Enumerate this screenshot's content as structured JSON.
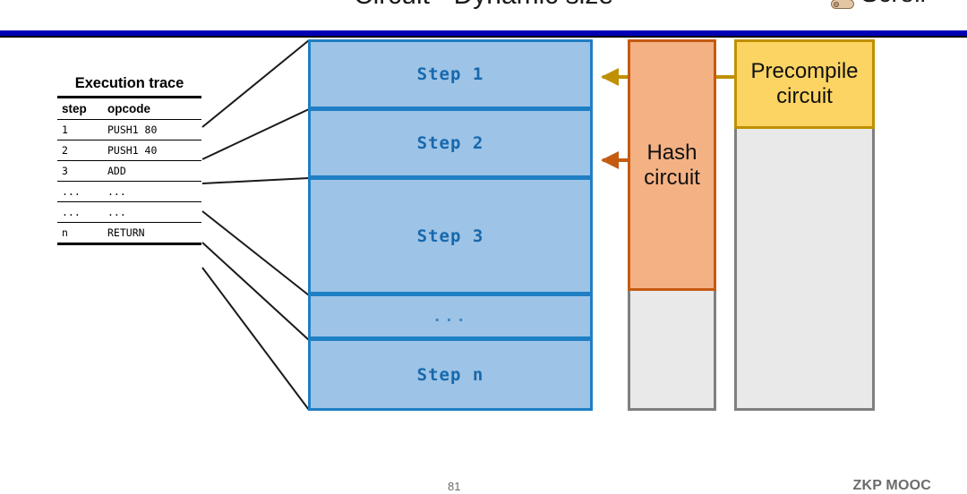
{
  "slide": {
    "title": "Circuit - Dynamic size",
    "page_number": "81",
    "footer_brand": "ZKP MOOC"
  },
  "brand": {
    "name": "Scroll",
    "icon": "scroll-icon"
  },
  "exec_trace": {
    "title": "Execution trace",
    "columns": [
      "step",
      "opcode"
    ],
    "rows": [
      {
        "step": "1",
        "opcode": "PUSH1 80"
      },
      {
        "step": "2",
        "opcode": "PUSH1 40"
      },
      {
        "step": "3",
        "opcode": "ADD"
      },
      {
        "step": "...",
        "opcode": "..."
      },
      {
        "step": "...",
        "opcode": "..."
      },
      {
        "step": "n",
        "opcode": "RETURN"
      }
    ]
  },
  "circuit": {
    "steps": [
      {
        "label": "Step 1"
      },
      {
        "label": "Step 2"
      },
      {
        "label": "Step 3"
      },
      {
        "label": "..."
      },
      {
        "label": "Step n"
      }
    ]
  },
  "hash_circuit": {
    "label": "Hash\ncircuit",
    "line1": "Hash",
    "line2": "circuit"
  },
  "precompile_circuit": {
    "label": "Precompile\ncircuit",
    "line1": "Precompile",
    "line2": "circuit"
  },
  "colors": {
    "step_fill": "#9DC3E6",
    "step_border": "#1F7FC4",
    "step_text": "#1668AD",
    "hash_fill": "#F4B183",
    "hash_border": "#C55A11",
    "precompile_fill": "#FCD463",
    "precompile_border": "#BF9000",
    "gray_fill": "#E9E9E9",
    "gray_border": "#7F7F7F",
    "title_rule": "#0000B4",
    "arrow_precompile": "#BF9000",
    "arrow_hash": "#C55A11"
  },
  "arrows": [
    {
      "name": "precompile-to-step1",
      "color": "#BF9000",
      "from": "precompile_circuit",
      "to": "step-1"
    },
    {
      "name": "hash-to-step2",
      "color": "#C55A11",
      "from": "hash_circuit",
      "to": "step-2"
    }
  ]
}
